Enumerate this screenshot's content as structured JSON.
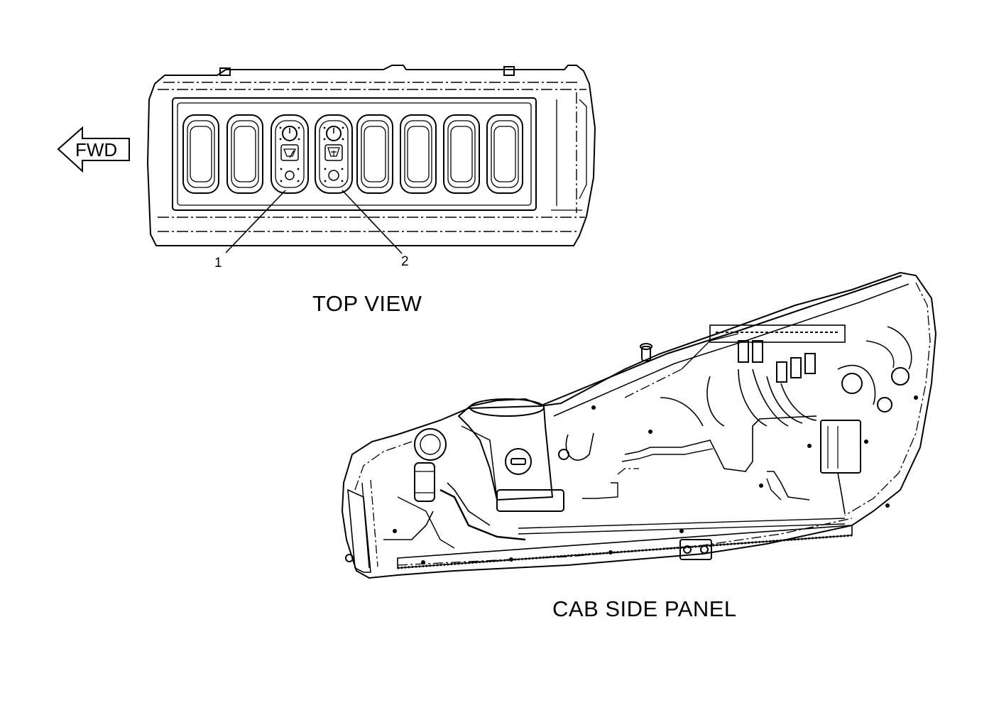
{
  "labels": {
    "fwd": "FWD",
    "callout_1": "1",
    "callout_2": "2",
    "top_view": "TOP  VIEW",
    "cab_side_panel": "CAB  SIDE  PANEL"
  },
  "top_view": {
    "blank_switch_count_left": 2,
    "blank_switch_count_right": 4,
    "switches": [
      {
        "callout": "1",
        "icon": "front-wiper-icon"
      },
      {
        "callout": "2",
        "icon": "washer-icon"
      }
    ]
  },
  "colors": {
    "line": "#000000",
    "background": "#ffffff"
  }
}
